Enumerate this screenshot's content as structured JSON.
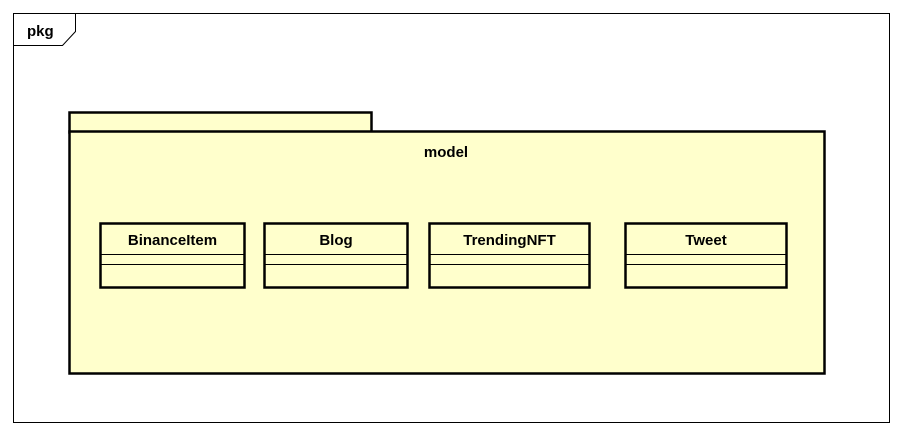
{
  "frame": {
    "label": "pkg"
  },
  "package": {
    "name": "model",
    "fill_color": "#FFFFCC",
    "stroke_color": "#000000"
  },
  "classes": [
    {
      "name": "BinanceItem"
    },
    {
      "name": "Blog"
    },
    {
      "name": "TrendingNFT"
    },
    {
      "name": "Tweet"
    }
  ]
}
